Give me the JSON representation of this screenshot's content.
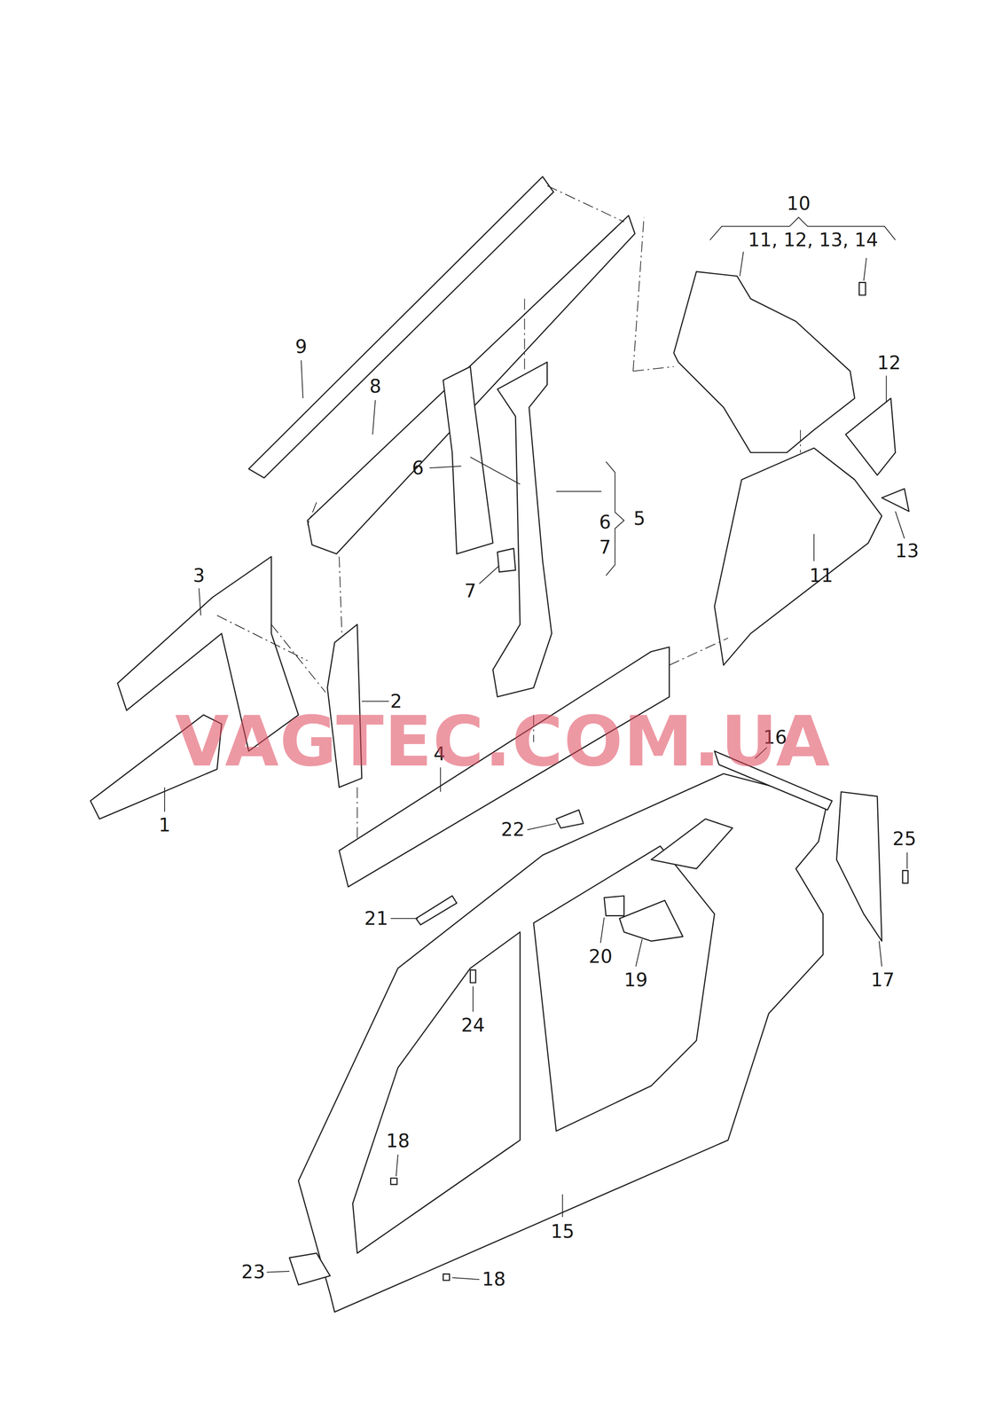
{
  "diagram": {
    "labels": [
      "10",
      "11, 12, 13, 14",
      "9",
      "8",
      "12",
      "6",
      "6",
      "5",
      "7",
      "3",
      "7",
      "11",
      "13",
      "2",
      "16",
      "4",
      "1",
      "22",
      "25",
      "21",
      "20",
      "19",
      "17",
      "24",
      "18",
      "15",
      "23",
      "18",
      "VAGTEC.COM.UA"
    ]
  }
}
